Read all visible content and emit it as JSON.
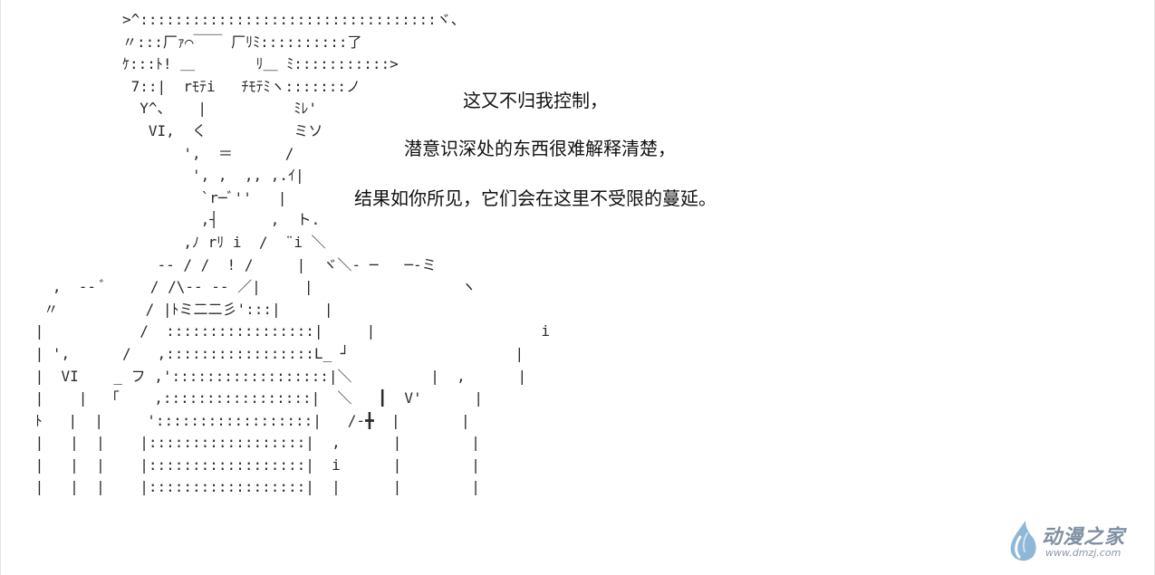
{
  "ascii_art": "           >^::::::::::::::::::::::::::::::::::ヾ、\n           〃:::厂ｧ⌒￣￣ 厂ﾘﾐ::::::::::了\n           ｹ:::ﾄ! ＿       ﾘ＿ ﾐ:::::::::::>\n            7::|  rﾓﾃi   ﾁﾓﾃﾐヽ:::::::ノ\n             Y^、   |          ﾐﾚ'\n              VI,  く          ミソ\n                  ',  ＝      /\n                   ', ,  ,, ,.ｲ|\n                    `r─ﾞ''   |\n                    ,┤      ,  ト.\n                  ,ﾉ rﾘ i  /  ¨i ＼\n               -- / /  ! /     |  ヾ＼- ─   ─-ミ\n   ,  -- ﾞ     / /\\-- -- ／|     |                 ヽ\n  〃          / |ﾄミ二二彡':::|     |                 \n |           /  :::::::::::::::::|     |                   i\n | ',      /   ,:::::::::::::::::L_ ┘                   |\n |  VI    _ フ ,'::::::::::::::::::|＼         |  ,      |\n |    |  「    ,:::::::::::::::::|  ＼   ┃  V'      |\n ﾄ   |  |     '::::::::::::::::::|   /-╋  |       |\n |   |  |    |::::::::::::::::::|  ,      |        |\n |   |  |    |::::::::::::::::::|  i      |        |\n |   |  |    |::::::::::::::::::|  |      |        |",
  "narration": {
    "line1": "这又不归我控制，",
    "line2": "潜意识深处的东西很难解释清楚，",
    "line3": "结果如你所见，它们会在这里不受限的蔓延。"
  },
  "watermark": {
    "title": "动漫之家",
    "url": "www.dmzj.com",
    "icon": "water-drop-logo",
    "color": "#7f8fa3"
  }
}
